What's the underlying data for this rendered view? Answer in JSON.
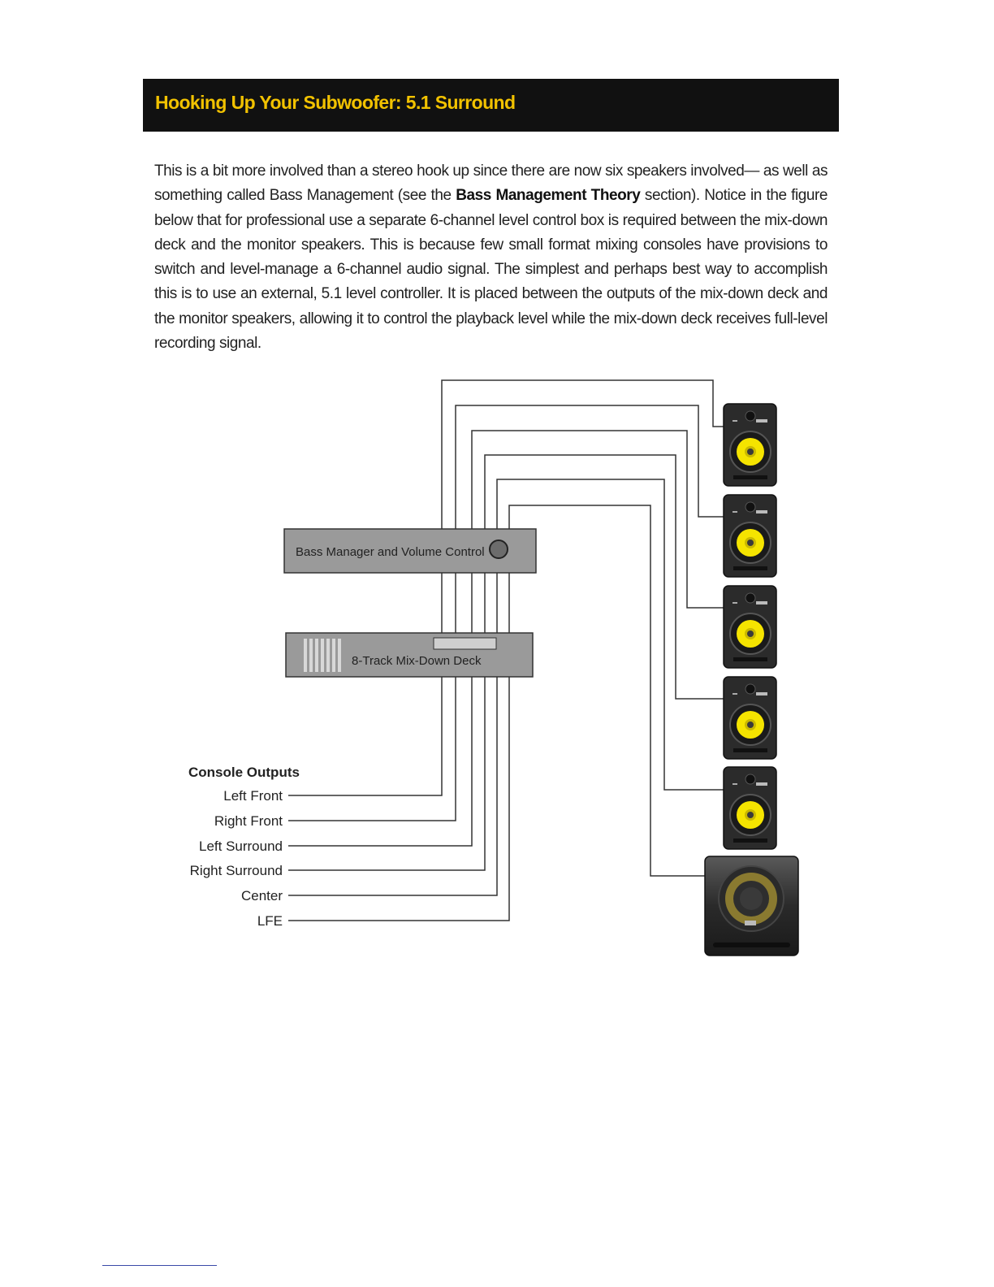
{
  "header": {
    "title": "Hooking Up Your Subwoofer: 5.1 Surround",
    "accent_color": "#f2c200",
    "background_color": "#111111"
  },
  "body": {
    "text_before_bold": "This is a bit more involved than a stereo hook up since there are now six speakers involved— as well as something called Bass Management (see the ",
    "bold_link": "Bass Management Theory",
    "text_after_bold": " section). Notice in the figure below that for professional use a separate 6-channel level control box is required between the mix-down deck and the monitor speakers. This is because few small format mixing consoles have provisions to switch and level-manage a 6-channel audio signal. The simplest and perhaps best way to accomplish this is to use an external, 5.1 level controller. It is placed between the outputs of the mix-down deck and the monitor speakers, allowing it to control the playback level while the mix-down deck receives full-level recording signal."
  },
  "diagram": {
    "bass_manager_label": "Bass Manager and Volume Control",
    "deck_label": "8-Track Mix-Down Deck",
    "console_outputs_title": "Console Outputs",
    "outputs": [
      "Left Front",
      "Right Front",
      "Left Surround",
      "Right Surround",
      "Center",
      "LFE"
    ],
    "speakers": [
      "monitor-speaker",
      "monitor-speaker",
      "monitor-speaker",
      "monitor-speaker",
      "monitor-speaker",
      "subwoofer"
    ],
    "woofer_color": "#f5e400"
  }
}
